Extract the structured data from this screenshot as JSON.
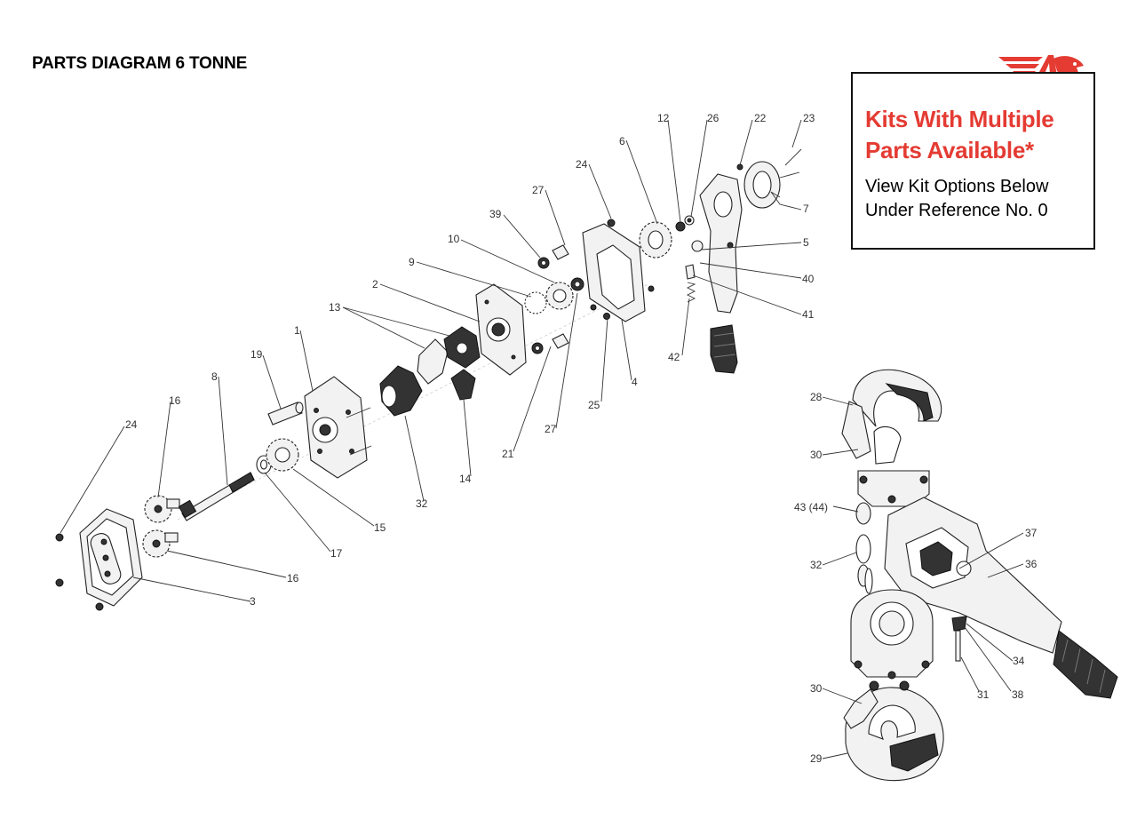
{
  "title": "PARTS DIAGRAM 6 TONNE",
  "kit_box": {
    "heading_line1": "Kits With Multiple",
    "heading_line2": "Parts Available*",
    "sub_line1": "View Kit Options Below",
    "sub_line2": "Under Reference No. 0"
  },
  "colors": {
    "accent": "#e43b33",
    "text": "#000000",
    "line": "#333333"
  },
  "callouts": {
    "c12": "12",
    "c26": "26",
    "c22": "22",
    "c23": "23",
    "c6": "6",
    "c24a": "24",
    "c27a": "27",
    "c39": "39",
    "c10": "10",
    "c9": "9",
    "c7": "7",
    "c5": "5",
    "c40": "40",
    "c41": "41",
    "c42": "42",
    "c2": "2",
    "c13": "13",
    "c1": "1",
    "c19": "19",
    "c8": "8",
    "c16a": "16",
    "c24b": "24",
    "c25": "25",
    "c4": "4",
    "c27b": "27",
    "c21": "21",
    "c14": "14",
    "c32a": "32",
    "c15": "15",
    "c17": "17",
    "c16b": "16",
    "c3": "3",
    "c28": "28",
    "c30a": "30",
    "c43": "43 (44)",
    "c32b": "32",
    "c37": "37",
    "c36": "36",
    "c34": "34",
    "c31": "31",
    "c38": "38",
    "c30b": "30",
    "c29": "29"
  }
}
